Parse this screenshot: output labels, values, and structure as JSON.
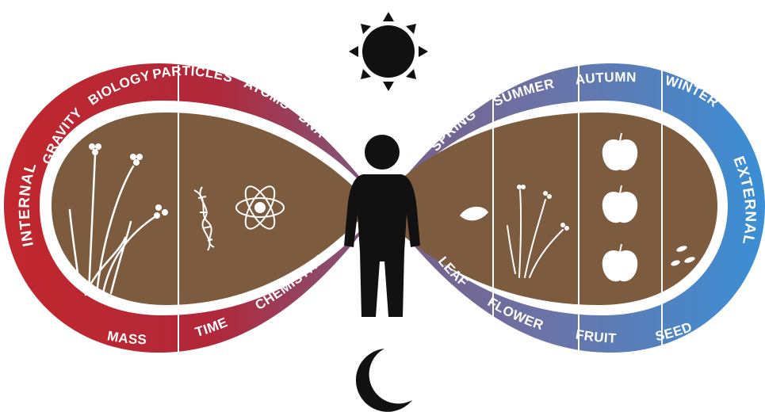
{
  "diagram": {
    "colors": {
      "internal": "#c1272d",
      "middle": "#7a5d84",
      "external": "#3a8fd6",
      "fill": "#7c5b3e",
      "inner_ring": "#ffffff",
      "figure": "#111111"
    },
    "left_loop": {
      "side_label": "INTERNAL",
      "top_labels": [
        "GRAVITY",
        "BIOLOGY",
        "PARTICLES",
        "ATOMS",
        "DNA"
      ],
      "bottom_labels": [
        "MASS",
        "TIME",
        "CHEMISTRY"
      ]
    },
    "right_loop": {
      "side_label": "EXTERNAL",
      "top_labels": [
        "SPRING",
        "SUMMER",
        "AUTUMN",
        "WINTER"
      ],
      "bottom_labels": [
        "LEAF",
        "FLOWER",
        "FRUIT",
        "SEED"
      ]
    },
    "icons": [
      "sun-icon",
      "moon-icon",
      "person-icon",
      "plant-icon",
      "dna-icon",
      "atom-icon",
      "leaf-icon",
      "flower-icon",
      "apple-icon",
      "seed-icon"
    ]
  }
}
